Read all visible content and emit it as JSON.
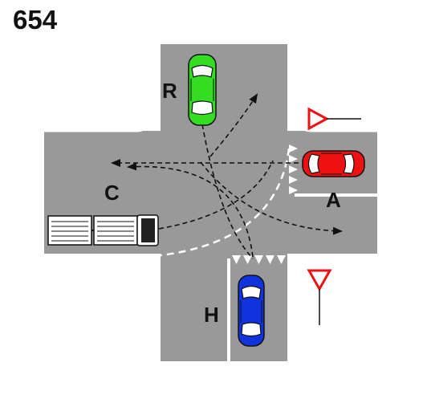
{
  "problem_number": "654",
  "labels": {
    "r": "R",
    "c": "C",
    "a": "A",
    "h": "H"
  },
  "colors": {
    "road": "#999999",
    "car_r": "#33dd22",
    "car_a": "#ee1111",
    "car_h": "#1133dd",
    "truck": "#ffffff",
    "yield_sign": "#ee1111",
    "marking": "#ffffff",
    "path": "#111111"
  },
  "icons": {
    "car_r": "green-car-icon",
    "car_a": "red-car-icon",
    "car_h": "blue-car-icon",
    "truck": "truck-icon",
    "signs": "yield-sign-icon"
  }
}
